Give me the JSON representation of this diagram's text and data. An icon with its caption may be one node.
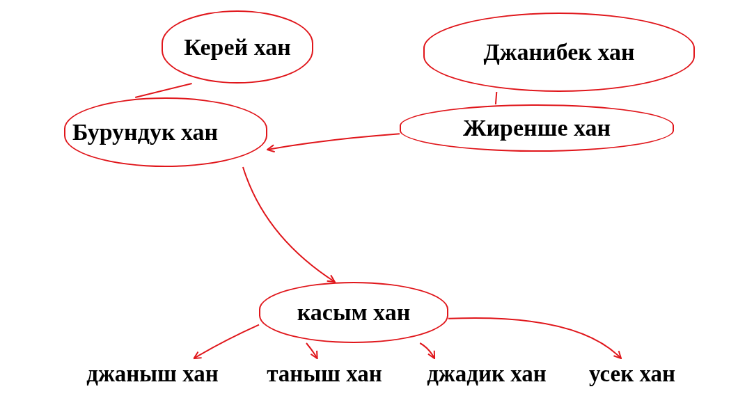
{
  "diagram": {
    "nodes": [
      {
        "text": [
          "Керей хан"
        ]
      },
      {
        "text": [
          "Джанибек хан"
        ]
      },
      {
        "text": [
          "Бурундук хан"
        ]
      },
      {
        "text": [
          "Жиренше хан"
        ]
      },
      {
        "text": [
          "касым хан"
        ]
      },
      {
        "text": [
          "джаныш хан"
        ]
      },
      {
        "text": [
          "таныш хан"
        ]
      },
      {
        "text": [
          "джадик хан"
        ]
      },
      {
        "text": [
          "усек хан"
        ]
      }
    ],
    "edges": [
      {
        "from": 0,
        "to": 2,
        "arrow": "none"
      },
      {
        "from": 1,
        "to": 3,
        "arrow": "none"
      },
      {
        "from": 3,
        "to": 2,
        "arrow": "to"
      },
      {
        "from": 2,
        "to": 4,
        "arrow": "to"
      },
      {
        "from": 4,
        "to": 5,
        "arrow": "to"
      },
      {
        "from": 4,
        "to": 6,
        "arrow": "to"
      },
      {
        "from": 4,
        "to": 7,
        "arrow": "to"
      },
      {
        "from": 4,
        "to": 8,
        "arrow": "to"
      }
    ]
  }
}
